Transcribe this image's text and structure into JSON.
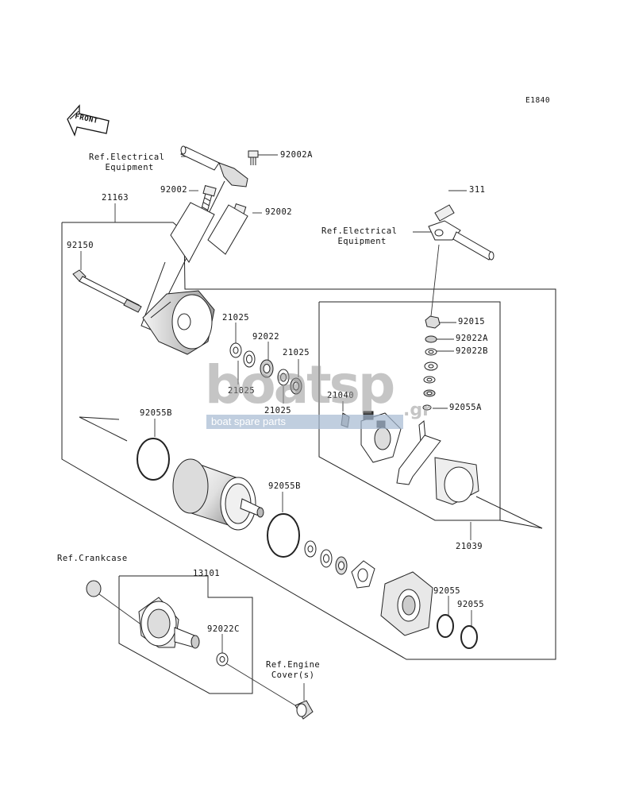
{
  "diagram_code": "E1840",
  "front_label": "FRONT",
  "labels": {
    "ref_elec_1": "Ref.Electrical\n   Equipment",
    "p92002A": "92002A",
    "p92002_a": "92002",
    "p21163": "21163",
    "p92002_b": "92002",
    "p311": "311",
    "ref_elec_2": "Ref.Electrical\n   Equipment",
    "p92150": "92150",
    "p21025_a": "21025",
    "p92022": "92022",
    "p21025_b": "21025",
    "p21025_c": "21025",
    "p21025_d": "21025",
    "p92015": "92015",
    "p92022A": "92022A",
    "p92022B": "92022B",
    "p21040": "21040",
    "p92055A": "92055A",
    "p92055B_a": "92055B",
    "p92055B_b": "92055B",
    "p21039": "21039",
    "ref_crankcase": "Ref.Crankcase",
    "p13101": "13101",
    "p92055_a": "92055",
    "p92055_b": "92055",
    "p92022C": "92022C",
    "ref_engine": "Ref.Engine\n Cover(s)"
  },
  "watermark": {
    "logo": "boatsp",
    "tld": ".gr",
    "tagline": "boat spare parts"
  }
}
